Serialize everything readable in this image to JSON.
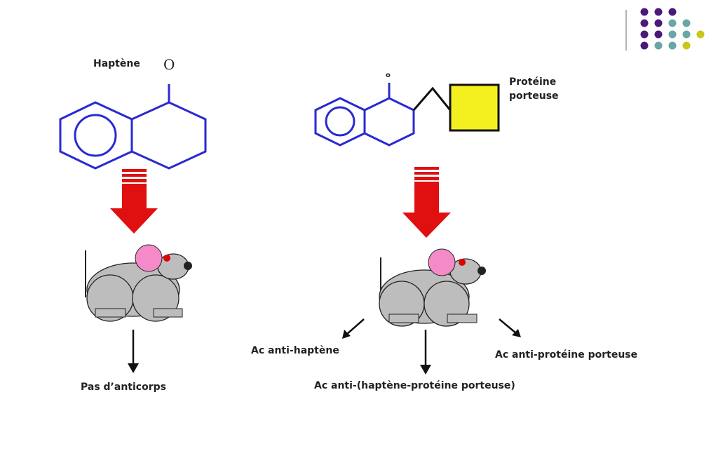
{
  "labels": {
    "haptene": "Haptène",
    "oxygen_left": "O",
    "oxygen_right": "o",
    "proteine_line1": "Protéine",
    "proteine_line2": "porteuse",
    "pas_anticorps": "Pas d’anticorps",
    "ac_anti_haptene": "Ac anti-haptène",
    "ac_anti_complex": "Ac anti-(haptène-protéine porteuse)",
    "ac_anti_proteine": "Ac anti-protéine porteuse"
  },
  "colors": {
    "molecule": "#2a2ad0",
    "carrier_protein": "#f4f020",
    "red_arrow": "#e01010",
    "mouse_body": "#bdbdbd",
    "mouse_ear": "#f48ac8",
    "mouse_eye": "#e00000",
    "deco_purple": "#4a1a7a",
    "deco_teal": "#6aa6a8",
    "deco_yellow": "#c8c81a"
  },
  "icons": {
    "left_mouse": "mouse-icon",
    "right_mouse": "mouse-icon",
    "corner_decoration": "dot-grid-icon"
  }
}
